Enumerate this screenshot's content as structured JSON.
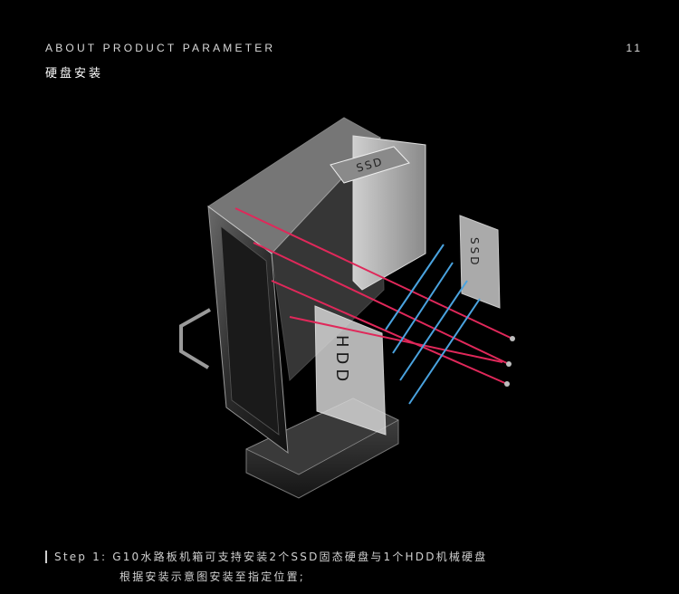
{
  "header": {
    "label": "ABOUT PRODUCT PARAMETER",
    "page_number": "11",
    "section_title": "硬盘安装"
  },
  "illustration": {
    "hdd_label": "HDD",
    "ssd_label_1": "SSD",
    "ssd_label_2": "SSD",
    "screw_colors": {
      "ssd_screws": "#4aa3df",
      "hdd_screws": "#e0285a"
    }
  },
  "caption": {
    "line1": "Step 1: G10水路板机箱可支持安装2个SSD固态硬盘与1个HDD机械硬盘",
    "line2": "根据安装示意图安装至指定位置;"
  }
}
